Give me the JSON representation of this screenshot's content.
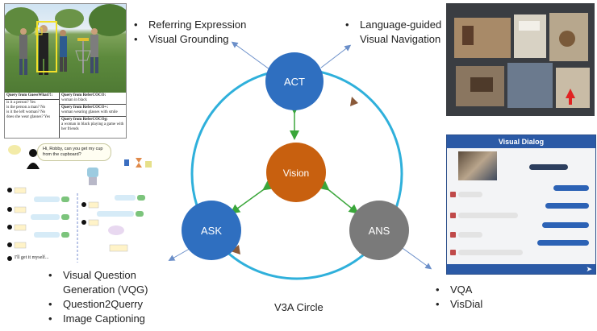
{
  "diagram": {
    "caption": "V3A Circle",
    "nodes": {
      "act": "ACT",
      "vision": "Vision",
      "ask": "ASK",
      "ans": "ANS"
    },
    "colors": {
      "act": "#2f6fc0",
      "vision": "#c8600f",
      "ask": "#2f6fc0",
      "ans": "#7a7a7a",
      "circle": "#2fb0db",
      "inner_arrows": "#3aa63a",
      "outer_arrows": "#6b8fc9",
      "circle_arrowheads": "#8a5a3a"
    }
  },
  "act_tasks": {
    "left": [
      "Referring Expression",
      "Visual Grounding"
    ],
    "right_lines": [
      "Language-guided",
      "Visual Navigation"
    ]
  },
  "ask_tasks": [
    "Visual Question",
    "Generation (VQG)",
    "Question2Querry",
    "Image Captioning"
  ],
  "ans_tasks": [
    "VQA",
    "VisDial"
  ],
  "photo_panel": {
    "left_header": "Query from GuessWhat?!:",
    "left_lines": [
      "is it a person? Yes",
      "is the person a man? No",
      "is it the left woman? No",
      "does she wear glasses? Yes"
    ],
    "right_blocks": [
      {
        "header": "Query from ReferCOCO:",
        "text": "woman in black"
      },
      {
        "header": "Query from ReferCOCO+:",
        "text": "woman wearing glasses with smile"
      },
      {
        "header": "Query from ReferCOCOg:",
        "text": "a woman in black playing a game with her friends"
      }
    ]
  },
  "visual_dialog": {
    "title": "Visual Dialog"
  },
  "left_dialog": {
    "robot_speech": "Hi, Robby, can you get my cup from the cupboard?",
    "final_line": "I'll get it myself..."
  }
}
